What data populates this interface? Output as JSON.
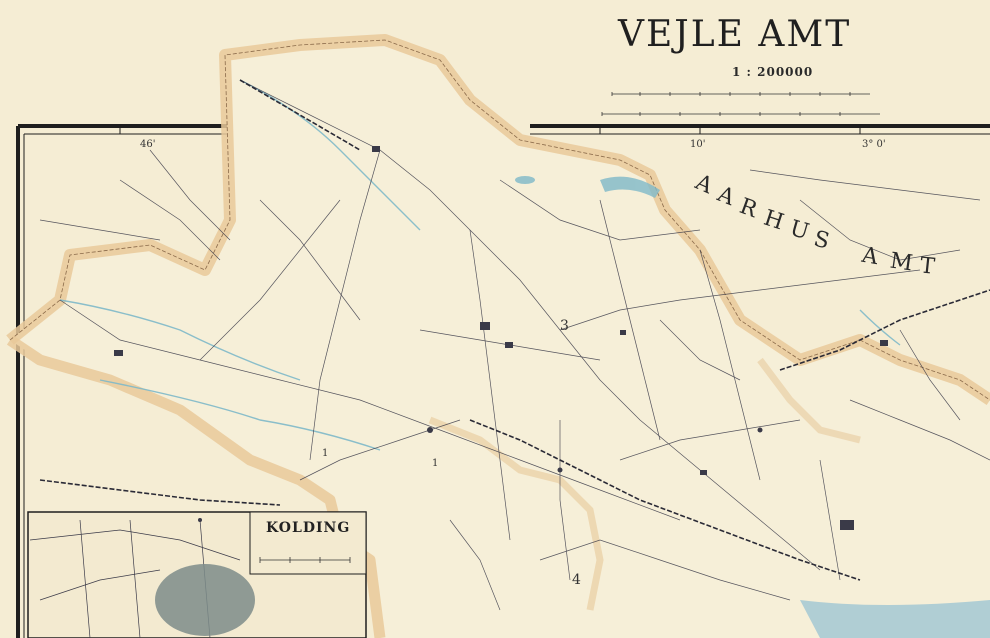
{
  "map": {
    "title": "VEJLE AMT",
    "scale": "1 : 200000",
    "neighbor_region": {
      "letters": [
        "A",
        "A",
        "R",
        "H",
        "U",
        "S",
        " ",
        "A",
        "M",
        "T"
      ]
    },
    "coordinates": {
      "lon_left": "46'",
      "lon_mid": "10'",
      "lon_right": "3° 0'"
    },
    "district_numbers": [
      "3",
      "1",
      "1",
      "4"
    ],
    "inset": {
      "title": "KOLDING"
    },
    "colors": {
      "paper": "#f5edd4",
      "border_tint": "#e9c99a",
      "road": "#3a3a48",
      "water": "#7fb9c9",
      "frame": "#1e1e1e"
    }
  }
}
